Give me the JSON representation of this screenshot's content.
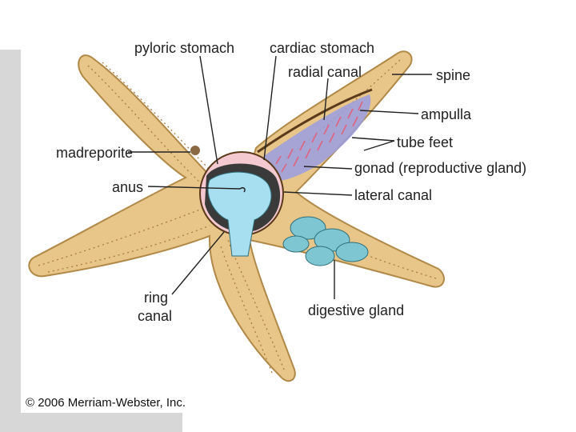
{
  "labels": {
    "pyloric_stomach": "pyloric stomach",
    "cardiac_stomach": "cardiac stomach",
    "radial_canal": "radial canal",
    "spine": "spine",
    "ampulla": "ampulla",
    "tube_feet": "tube feet",
    "madreporite": "madreporite",
    "gonad": "gonad  (reproductive gland)",
    "anus": "anus",
    "lateral_canal": "lateral canal",
    "ring_line1": "ring",
    "ring_line2": "canal",
    "digestive_gland": "digestive gland"
  },
  "copyright": "© 2006 Merriam-Webster, Inc.",
  "colors": {
    "body": "#e8c68a",
    "outline": "#b08948",
    "tube_foot_dots": "#a97c3e",
    "stomach_fill": "#a8dff0",
    "stomach_dark": "#3a3a3a",
    "gonad": "#8c8fd6",
    "ampulla": "#e58fa0",
    "digestive_gland": "#7ec6d2",
    "ring": "#f4c9cf"
  }
}
